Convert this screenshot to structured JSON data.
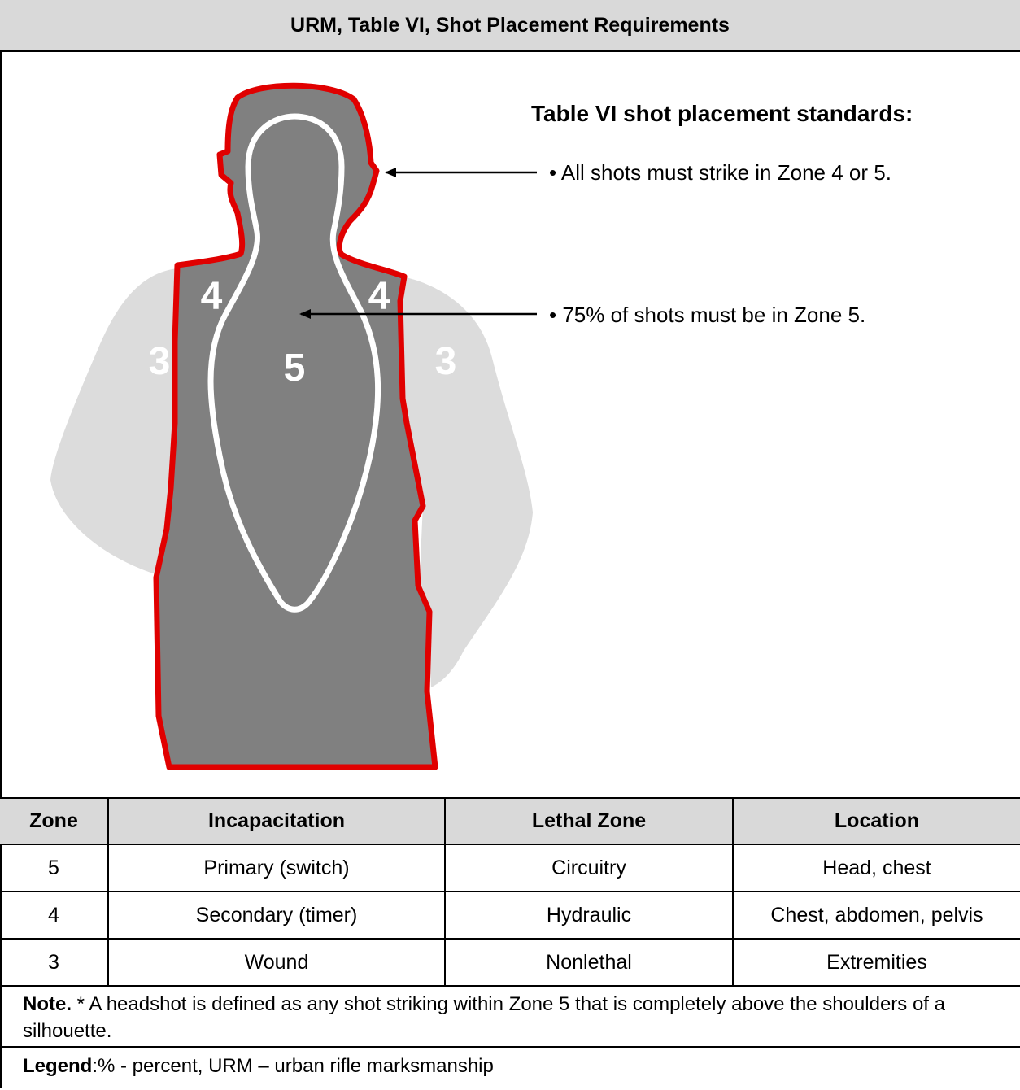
{
  "title": "URM, Table VI, Shot Placement Requirements",
  "figure": {
    "heading": "Table VI shot placement standards:",
    "callouts": [
      "• All shots must strike in Zone 4 or 5.",
      "• 75% of shots must be in Zone 5."
    ],
    "zone_labels": {
      "zone5": "5",
      "zone4_left": "4",
      "zone4_right": "4",
      "zone3_left": "3",
      "zone3_right": "3"
    },
    "colors": {
      "target": "#808080",
      "outline": "#e00000",
      "zone5_line": "#ffffff",
      "arms": "#dcdcdc"
    }
  },
  "table": {
    "headers": [
      "Zone",
      "Incapacitation",
      "Lethal Zone",
      "Location"
    ],
    "rows": [
      [
        "5",
        "Primary (switch)",
        "Circuitry",
        "Head, chest"
      ],
      [
        "4",
        "Secondary (timer)",
        "Hydraulic",
        "Chest, abdomen, pelvis"
      ],
      [
        "3",
        "Wound",
        "Nonlethal",
        "Extremities"
      ]
    ]
  },
  "note": {
    "label": "Note.",
    "text": " * A headshot is defined as any shot striking within Zone 5 that is completely above the shoulders of a silhouette."
  },
  "legend": {
    "label": "Legend",
    "text": ":% - percent, URM – urban rifle marksmanship"
  }
}
